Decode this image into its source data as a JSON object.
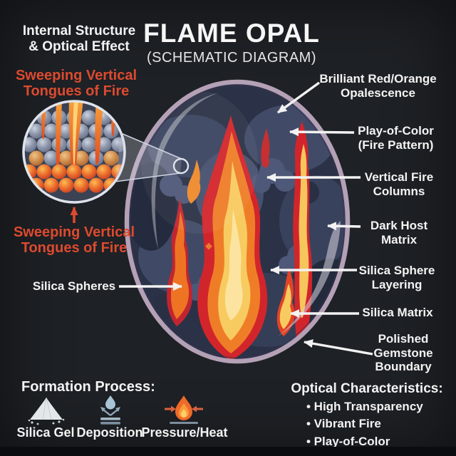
{
  "title": {
    "main": "FLAME OPAL",
    "subtitle": "(SCHEMATIC DIAGRAM)"
  },
  "intro": {
    "line1": "Internal Structure",
    "line2": "& Optical Effect"
  },
  "inset": {
    "caption_top": {
      "line1": "Sweeping Vertical",
      "line2": "Tongues of Fire"
    },
    "caption_bottom": {
      "line1": "Sweeping Vertical",
      "line2": "Tongues of Fire"
    }
  },
  "annotations": {
    "silica_spheres": "Silica Spheres",
    "right": [
      {
        "line1": "Brilliant Red/Orange",
        "line2": "Opalescence"
      },
      {
        "line1": "Play-of-Color",
        "line2": "(Fire Pattern)"
      },
      {
        "line1": "Vertical Fire",
        "line2": "Columns"
      },
      {
        "line1": "Dark Host",
        "line2": "Matrix"
      },
      {
        "line1": "Silica Sphere",
        "line2": "Layering"
      },
      {
        "line1": "Silica Matrix"
      },
      {
        "line1": "Polished",
        "line2": "Gemstone",
        "line3": "Boundary"
      }
    ]
  },
  "formation": {
    "heading": "Formation Process:",
    "items": [
      {
        "label": "Silica Gel",
        "icon": "powder-pile-icon"
      },
      {
        "label": "Deposition",
        "icon": "droplet-deposition-icon"
      },
      {
        "label": "Pressure/Heat",
        "icon": "flame-pressure-icon"
      }
    ]
  },
  "optical": {
    "heading": "Optical Characteristics:",
    "bullets": [
      "• High Transparency",
      "• Vibrant Fire",
      "• Play-of-Color"
    ]
  },
  "colors": {
    "background": "#1e2125",
    "accent_red": "#dd4a2f",
    "label_white": "#f3f3f3",
    "opal_rim": "#b4a1b6",
    "flame_red": "#d2252b",
    "flame_orange": "#ef7d27",
    "flame_yellow": "#f8cb60"
  }
}
